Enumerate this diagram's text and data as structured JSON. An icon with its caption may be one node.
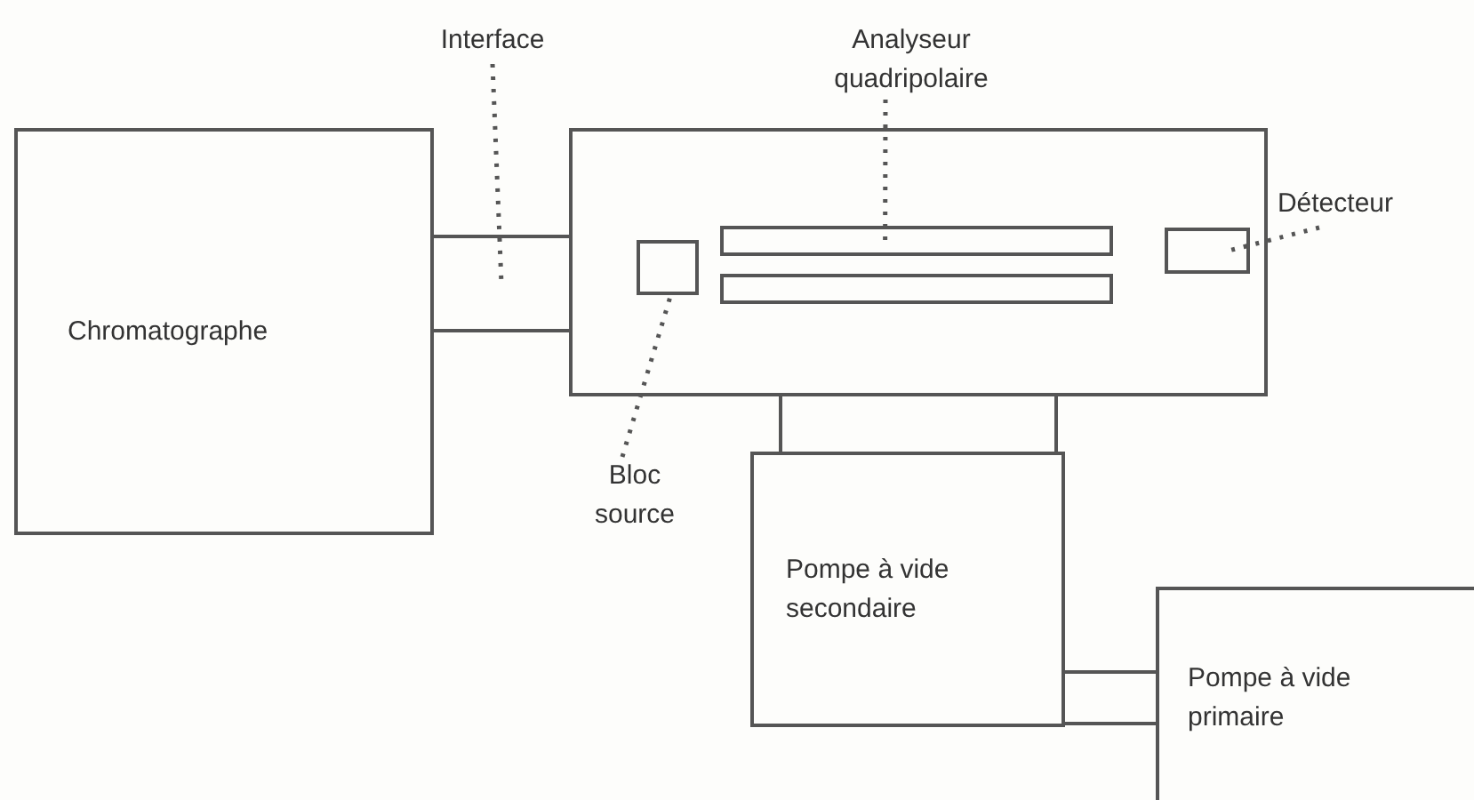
{
  "diagram": {
    "nodes": [
      {
        "text": [
          "Chromatographe"
        ]
      },
      {
        "text": [],
        "shape": "pipe"
      },
      {
        "text": [],
        "shape": "box"
      },
      {
        "text": [],
        "shape": "box",
        "in": 2
      },
      {
        "text": [],
        "shape": "bar",
        "in": 2
      },
      {
        "text": [],
        "shape": "bar",
        "in": 2
      },
      {
        "text": [],
        "shape": "box",
        "in": 2
      },
      {
        "text": [],
        "shape": "pipe"
      },
      {
        "text": [
          "Pompe à vide secondaire"
        ]
      },
      {
        "text": [],
        "shape": "pipe"
      },
      {
        "text": [
          "Pompe à vide primaire"
        ]
      },
      {
        "text": [
          "Interface"
        ]
      },
      {
        "text": [
          "Analyseur quadripolaire"
        ]
      },
      {
        "text": [
          "Détecteur"
        ]
      },
      {
        "text": [
          "Bloc source"
        ]
      }
    ],
    "edges": [
      {
        "from": 11,
        "to": 1,
        "arrow": "none",
        "style": "dashed"
      },
      {
        "from": 12,
        "to": 4,
        "arrow": "none",
        "style": "dashed"
      },
      {
        "from": 13,
        "to": 6,
        "arrow": "none",
        "style": "dashed"
      },
      {
        "from": 14,
        "to": 3,
        "arrow": "none",
        "style": "dashed"
      }
    ]
  }
}
